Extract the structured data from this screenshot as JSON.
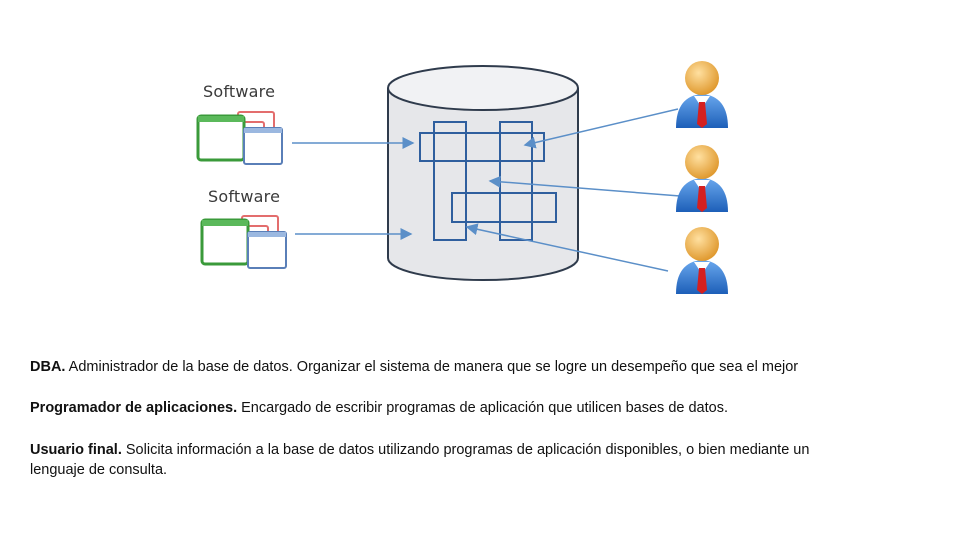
{
  "software_labels": [
    "Software",
    "Software"
  ],
  "descriptions": [
    {
      "term": "DBA.",
      "text": " Administrador de la base de datos. Organizar el sistema de manera que se logre un desempeño que sea el mejor"
    },
    {
      "term": "Programador de aplicaciones.",
      "text": " Encargado de escribir programas de aplicación que utilicen bases de datos."
    },
    {
      "term": "Usuario final.",
      "text": " Solicita información a la base de datos utilizando programas de aplicación disponibles, o bien mediante un lenguaje de consulta."
    }
  ],
  "colors": {
    "arrow": "#5b8fc8",
    "db_fill": "#e6e7ea",
    "db_stroke": "#2f3b4c",
    "table_stroke": "#2f5f9e",
    "user_suit": "#3b7fd4",
    "user_tie": "#d42020",
    "user_skin": "#f2b860"
  },
  "icons": [
    "software-window-icon",
    "database-cylinder-icon",
    "user-icon"
  ]
}
